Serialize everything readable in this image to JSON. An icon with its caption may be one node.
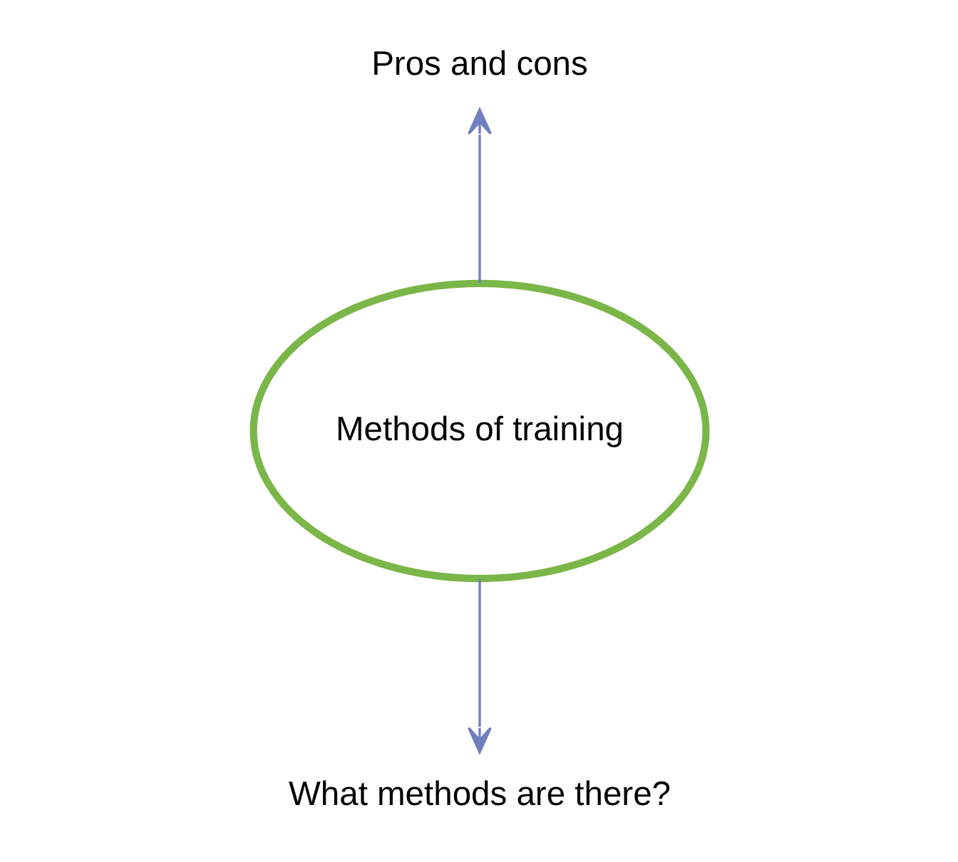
{
  "diagram": {
    "nodes": [
      {
        "text": [
          "Methods of training"
        ]
      },
      {
        "text": [
          "Pros and cons"
        ]
      },
      {
        "text": [
          "What methods are there?"
        ]
      }
    ],
    "edges": [
      {
        "from": 0,
        "to": 1,
        "arrow": "to"
      },
      {
        "from": 0,
        "to": 2,
        "arrow": "to"
      }
    ]
  }
}
